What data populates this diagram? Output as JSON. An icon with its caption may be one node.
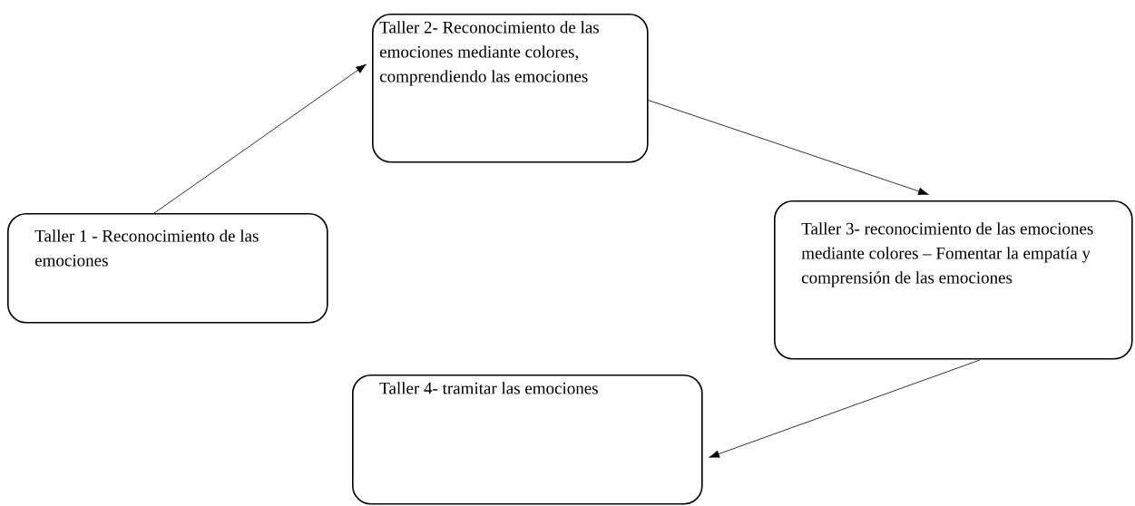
{
  "diagram": {
    "nodes": [
      {
        "text": [
          "Taller 1 - Reconocimiento de las emociones"
        ]
      },
      {
        "text": [
          "Taller 2- Reconocimiento de las emociones mediante colores, comprendiendo las emociones"
        ]
      },
      {
        "text": [
          "Taller 3- reconocimiento de las emociones mediante colores – Fomentar la empatía y comprensión de las emociones"
        ]
      },
      {
        "text": [
          "Taller 4- tramitar las emociones"
        ]
      }
    ],
    "edges": [
      {
        "from": 0,
        "to": 1,
        "arrow": "to"
      },
      {
        "from": 1,
        "to": 2,
        "arrow": "to"
      },
      {
        "from": 2,
        "to": 3,
        "arrow": "to"
      }
    ]
  }
}
